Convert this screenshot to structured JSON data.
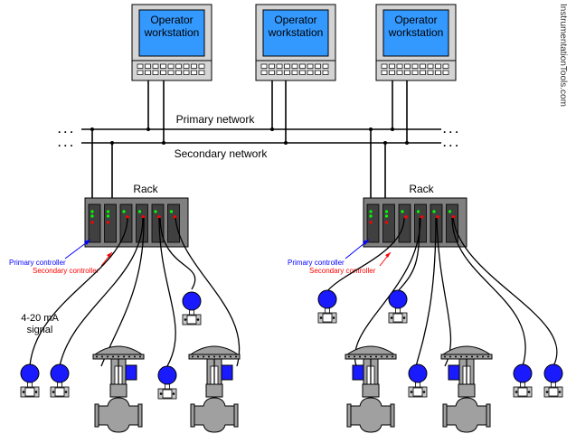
{
  "workstations": [
    {
      "line1": "Operator",
      "line2": "workstation"
    },
    {
      "line1": "Operator",
      "line2": "workstation"
    },
    {
      "line1": "Operator",
      "line2": "workstation"
    }
  ],
  "networks": {
    "primary": "Primary network",
    "secondary": "Secondary network",
    "ellipsis": ". . ."
  },
  "racks": [
    {
      "label": "Rack",
      "primary_controller": "Primary controller",
      "secondary_controller": "Secondary controller"
    },
    {
      "label": "Rack",
      "primary_controller": "Primary controller",
      "secondary_controller": "Secondary controller"
    }
  ],
  "signal": {
    "line1": "4-20 mA",
    "line2": "signal"
  },
  "watermark": "InstrumentationTools.com",
  "colors": {
    "screen": "#3399ff",
    "panel": "#d4d4d4",
    "rack": "#808080",
    "card": "#404040",
    "transmitter": "#1a1aff",
    "valve": "#a0a0a0",
    "primary_arrow": "#0000ff",
    "secondary_arrow": "#ff0000",
    "led_green": "#00ff00",
    "led_red": "#ff0000"
  }
}
